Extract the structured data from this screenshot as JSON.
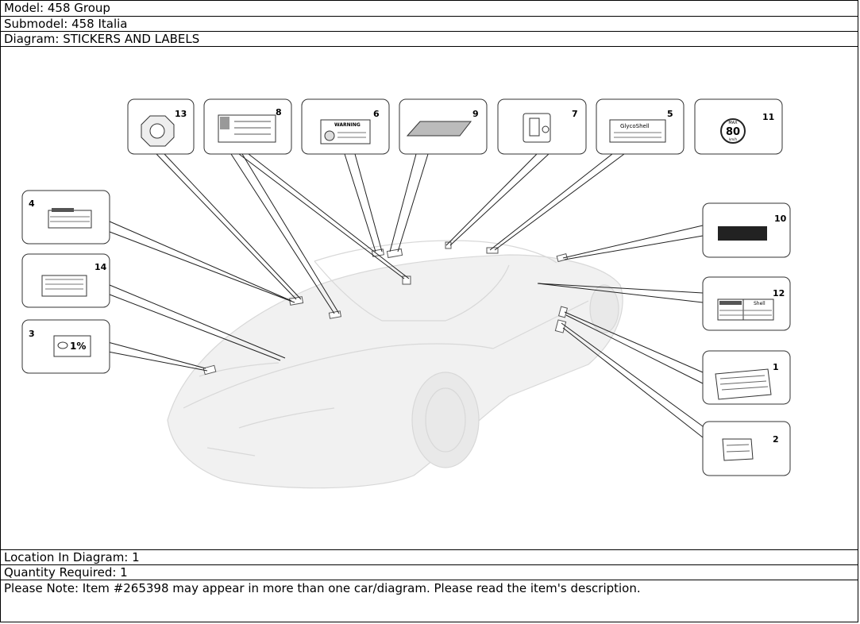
{
  "header": {
    "model": "Model: 458 Group",
    "submodel": "Submodel: 458 Italia",
    "diagram": "Diagram: STICKERS AND LABELS"
  },
  "diagram": {
    "callouts": [
      "13",
      "8",
      "6",
      "9",
      "7",
      "5",
      "11",
      "4",
      "14",
      "3",
      "10",
      "12",
      "1",
      "2"
    ],
    "label_texts": {
      "warning": "WARNING",
      "glycoshell": "GlycoShell",
      "speed_top": "MAX",
      "speed": "80",
      "speed_bottom": "km/h",
      "headlamp": "1%",
      "shell": "Shell"
    }
  },
  "footer": {
    "location": "Location In Diagram: 1",
    "quantity": "Quantity Required: 1",
    "note": "Please Note: Item #265398 may appear in more than one car/diagram. Please read the item's description."
  }
}
